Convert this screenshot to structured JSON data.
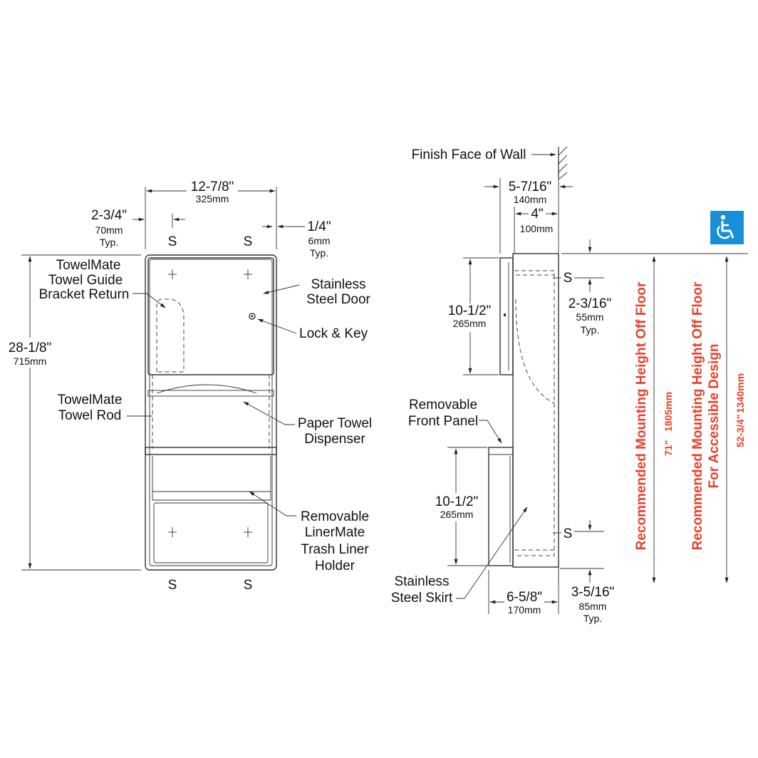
{
  "front": {
    "width_in": "12-7/8\"",
    "width_mm": "325mm",
    "left_offset_in": "2-3/4\"",
    "left_offset_mm": "70mm",
    "left_offset_typ": "Typ.",
    "right_offset_in": "1/4\"",
    "right_offset_mm": "6mm",
    "right_offset_typ": "Typ.",
    "height_in": "28-1/8\"",
    "height_mm": "715mm",
    "screw_label": "S",
    "towel_guide": [
      "TowelMate",
      "Towel Guide",
      "Bracket Return"
    ],
    "door": [
      "Stainless",
      "Steel Door"
    ],
    "lock": "Lock & Key",
    "towel_rod": [
      "TowelMate",
      "Towel Rod"
    ],
    "dispenser": [
      "Paper Towel",
      "Dispenser"
    ],
    "liner": [
      "Removable",
      "LinerMate",
      "Trash Liner",
      "Holder"
    ]
  },
  "side": {
    "wall_label": "Finish Face of Wall",
    "depth_in": "5-7/16\"",
    "depth_mm": "140mm",
    "recess_in": "4\"",
    "recess_mm": "100mm",
    "upper_h_in": "10-1/2\"",
    "upper_h_mm": "265mm",
    "screw_top_in": "2-3/16\"",
    "screw_top_mm": "55mm",
    "screw_top_typ": "Typ.",
    "front_panel": [
      "Removable",
      "Front Panel"
    ],
    "lower_h_in": "10-1/2\"",
    "lower_h_mm": "265mm",
    "skirt": [
      "Stainless",
      "Steel Skirt"
    ],
    "skirt_depth_in": "6-5/8\"",
    "skirt_depth_mm": "170mm",
    "screw_bottom_in": "3-5/16\"",
    "screw_bottom_mm": "85mm",
    "screw_bottom_typ": "Typ.",
    "screw_label": "S"
  },
  "mounting": {
    "standard_title": "Recommended Mounting Height Off Floor",
    "standard_in": "71\"",
    "standard_mm": "1805mm",
    "accessible_title": [
      "Recommended Mounting Height Off Floor",
      "For Accessible Design"
    ],
    "accessible_in": "52-3/4\"",
    "accessible_mm": "1340mm"
  },
  "colors": {
    "accent_red": "#e8402a",
    "accessibility_blue": "#1a8fd8"
  },
  "icons": [
    "wheelchair-accessibility-icon"
  ]
}
